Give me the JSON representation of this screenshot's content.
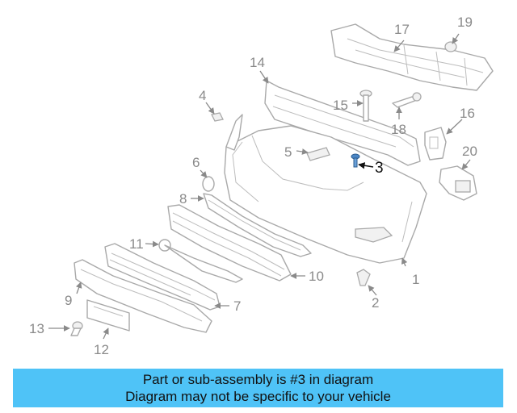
{
  "diagram": {
    "highlighted_part": "3",
    "callouts": [
      "1",
      "2",
      "3",
      "4",
      "5",
      "6",
      "7",
      "8",
      "9",
      "10",
      "11",
      "12",
      "13",
      "14",
      "15",
      "16",
      "17",
      "18",
      "19",
      "20"
    ]
  },
  "caption": {
    "line1": "Part or sub-assembly is #3 in diagram",
    "line2": "Diagram may not be specific to your vehicle",
    "background": "#4fc3f7"
  }
}
